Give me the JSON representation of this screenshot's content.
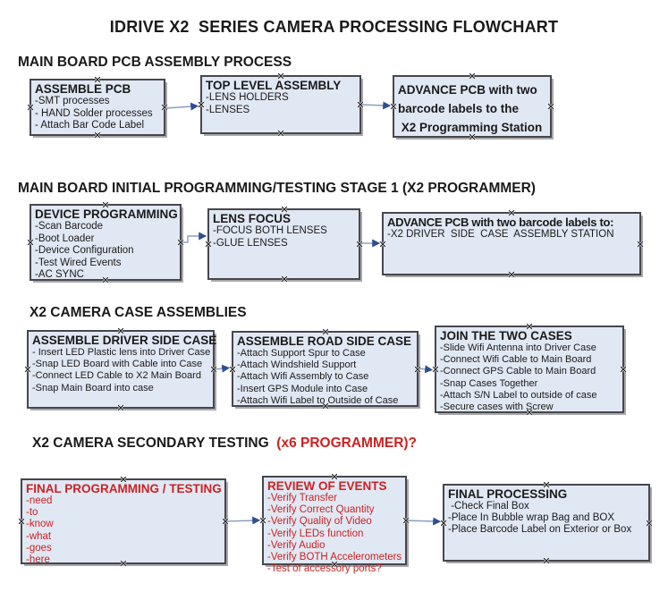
{
  "title": "IDRIVE X2  SERIES CAMERA PROCESSING FLOWCHART",
  "colors": {
    "box_fill": "#e0e8f4",
    "box_border": "#46464e",
    "arrow_line": "#8b9dc3",
    "arrow_head": "#2d4f92",
    "red_text": "#cc2222",
    "text": "#1a1a1a",
    "background": "#ffffff"
  },
  "icons": {
    "connection_handle": "x-cross connection point",
    "arrow": "right-pointing flow arrow"
  },
  "sections": [
    {
      "header": "MAIN BOARD PCB ASSEMBLY PROCESS",
      "boxes": [
        {
          "title": "ASSEMBLE PCB",
          "lines": [
            "-SMT processes",
            "- HAND Solder processes",
            "- Attach Bar Code Label"
          ]
        },
        {
          "title": "TOP LEVEL ASSEMBLY",
          "lines": [
            "-LENS HOLDERS",
            "-LENSES"
          ]
        },
        {
          "title": "ADVANCE PCB with two",
          "lines": [
            "barcode labels to the",
            " X2 Programming Station"
          ]
        }
      ]
    },
    {
      "header": "MAIN BOARD INITIAL PROGRAMMING/TESTING STAGE 1 (X2 PROGRAMMER)",
      "boxes": [
        {
          "title": "DEVICE PROGRAMMING",
          "lines": [
            "-Scan Barcode",
            "-Boot Loader",
            "-Device Configuration",
            "-Test Wired Events",
            "-AC SYNC"
          ]
        },
        {
          "title": "LENS FOCUS",
          "lines": [
            "-FOCUS BOTH LENSES",
            "-GLUE LENSES"
          ]
        },
        {
          "title": "ADVANCE PCB with two barcode labels to:",
          "lines": [
            "-X2 DRIVER  SIDE  CASE  ASSEMBLY STATION"
          ]
        }
      ]
    },
    {
      "header": "X2 CAMERA CASE ASSEMBLIES",
      "boxes": [
        {
          "title": "ASSEMBLE DRIVER SIDE CASE",
          "lines": [
            "- Insert LED Plastic lens into Driver Case",
            "-Snap LED Board with Cable into Case",
            "-Connect LED Cable to X2 Main Board",
            "-Snap Main Board into case"
          ]
        },
        {
          "title": "ASSEMBLE ROAD SIDE CASE",
          "lines": [
            "-Attach Support Spur to Case",
            "-Attach Windshield Support",
            "-Attach Wifi Assembly to Case",
            "-Insert GPS Module into Case",
            "-Attach Wifi Label to Outside of Case"
          ]
        },
        {
          "title": "JOIN THE TWO CASES",
          "lines": [
            "-Slide Wifi Antenna into Driver Case",
            "-Connect Wifi Cable to Main Board",
            "-Connect GPS Cable to Main Board",
            "-Snap Cases Together",
            "-Attach S/N Label to outside of case",
            "-Secure cases with Screw"
          ]
        }
      ]
    },
    {
      "header": "X2 CAMERA SECONDARY TESTING  ",
      "header_suffix": "(x6 PROGRAMMER)?",
      "boxes": [
        {
          "title": "FINAL PROGRAMMING / TESTING",
          "lines": [
            "-need",
            "-to",
            "-know",
            "-what",
            "-goes",
            "-here"
          ]
        },
        {
          "title": "REVIEW OF EVENTS",
          "lines": [
            "-Verify Transfer",
            "-Verify Correct Quantity",
            "-Verify Quality of Video",
            "-Verify LEDs function",
            "-Verify Audio",
            "-Verify BOTH Accelerometers",
            "-Test of accessory ports?"
          ]
        },
        {
          "title": "FINAL PROCESSING",
          "lines": [
            " -Check Final Box",
            "-Place In Bubble wrap Bag and BOX",
            "-Place Barcode Label on Exterior or Box"
          ]
        }
      ]
    }
  ]
}
